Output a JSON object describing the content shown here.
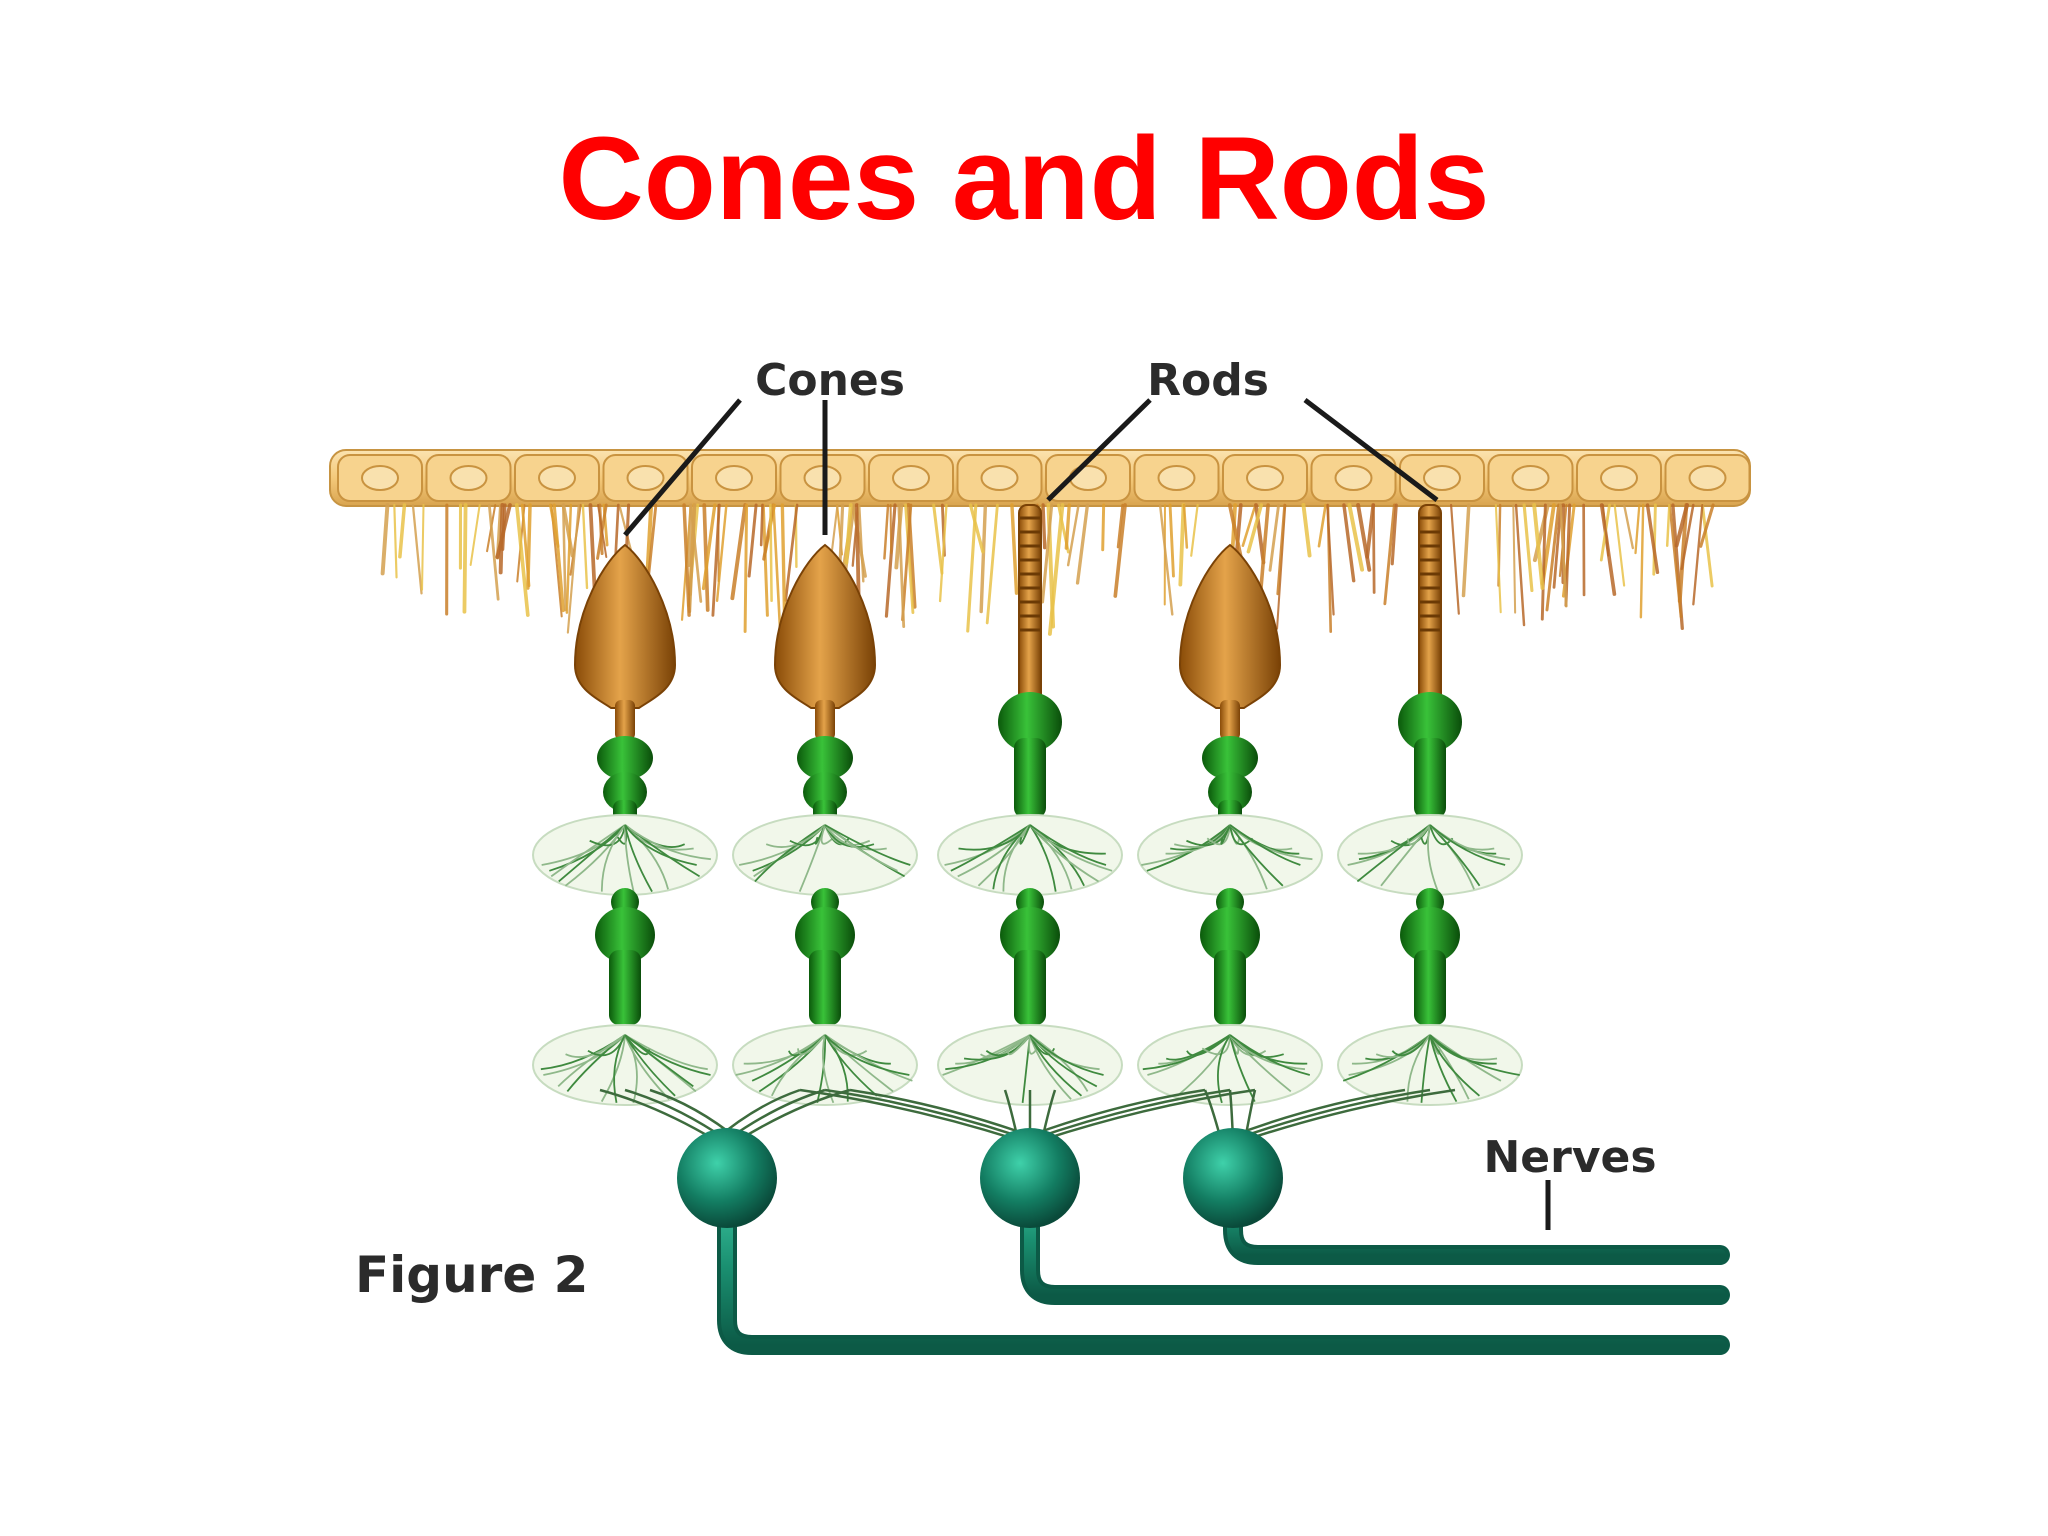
{
  "slide": {
    "title": "Cones and Rods"
  },
  "diagram": {
    "labels": {
      "cones": "Cones",
      "rods": "Rods",
      "nerves": "Nerves",
      "figure": "Figure 2"
    },
    "receptors": [
      "cone",
      "cone",
      "rod",
      "cone",
      "rod"
    ],
    "colors": {
      "title": "#ff0000",
      "pigment_layer": "#f4c97a",
      "receptor": "#c27a1c",
      "bipolar_cell": "#1f8f1f",
      "ganglion_cell": "#127a60",
      "label_text": "#2b2b2b"
    }
  }
}
